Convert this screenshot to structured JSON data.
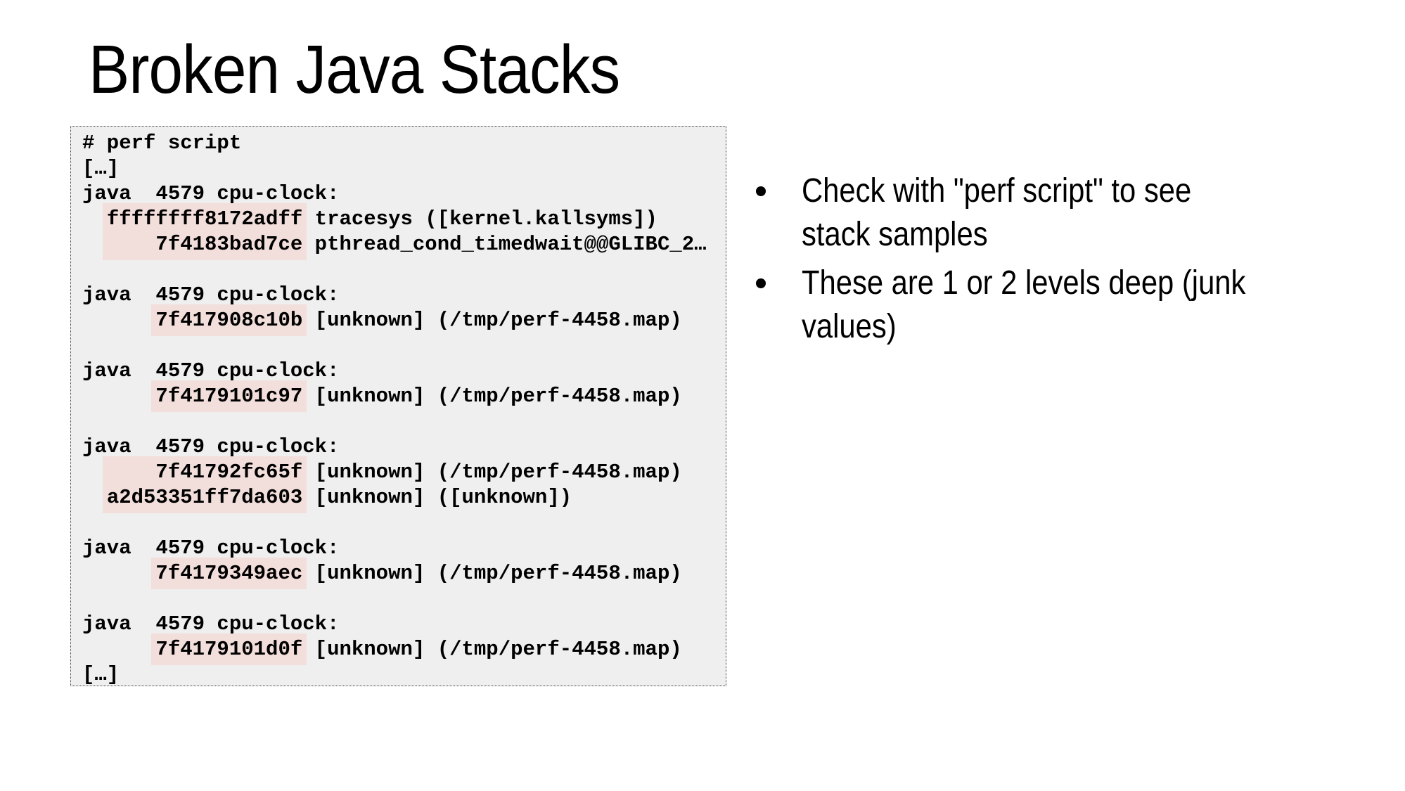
{
  "slide": {
    "title": "Broken Java Stacks",
    "background": "#ffffff",
    "text_color": "#000000"
  },
  "code_panel": {
    "background": "#efefef",
    "border_color": "#3d3d3d",
    "highlight_color": "#f2deda",
    "lines": [
      {
        "pre": "# perf script"
      },
      {
        "pre": "[…]"
      },
      {
        "pre": "java  4579 cpu-clock:"
      },
      {
        "pre": "  ",
        "hl": "ffffffff8172adff",
        "post": " tracesys ([kernel.kallsyms])"
      },
      {
        "pre": "  ",
        "hl": "    7f4183bad7ce",
        "post": " pthread_cond_timedwait@@GLIBC_2…"
      },
      {
        "pre": ""
      },
      {
        "pre": "java  4579 cpu-clock:"
      },
      {
        "pre": "      ",
        "hl": "7f417908c10b",
        "post": " [unknown] (/tmp/perf-4458.map)"
      },
      {
        "pre": ""
      },
      {
        "pre": "java  4579 cpu-clock:"
      },
      {
        "pre": "      ",
        "hl": "7f4179101c97",
        "post": " [unknown] (/tmp/perf-4458.map)"
      },
      {
        "pre": ""
      },
      {
        "pre": "java  4579 cpu-clock:"
      },
      {
        "pre": "  ",
        "hl": "    7f41792fc65f",
        "post": " [unknown] (/tmp/perf-4458.map)"
      },
      {
        "pre": "  ",
        "hl": "a2d53351ff7da603",
        "post": " [unknown] ([unknown])"
      },
      {
        "pre": ""
      },
      {
        "pre": "java  4579 cpu-clock:"
      },
      {
        "pre": "      ",
        "hl": "7f4179349aec",
        "post": " [unknown] (/tmp/perf-4458.map)"
      },
      {
        "pre": ""
      },
      {
        "pre": "java  4579 cpu-clock:"
      },
      {
        "pre": "      ",
        "hl": "7f4179101d0f",
        "post": " [unknown] (/tmp/perf-4458.map)"
      },
      {
        "pre": "[…]"
      }
    ]
  },
  "bullets": [
    {
      "lines": [
        "Check with \"perf script\" to see",
        "stack samples"
      ]
    },
    {
      "lines": [
        "These are 1 or 2 levels deep (junk",
        "values)"
      ]
    }
  ]
}
